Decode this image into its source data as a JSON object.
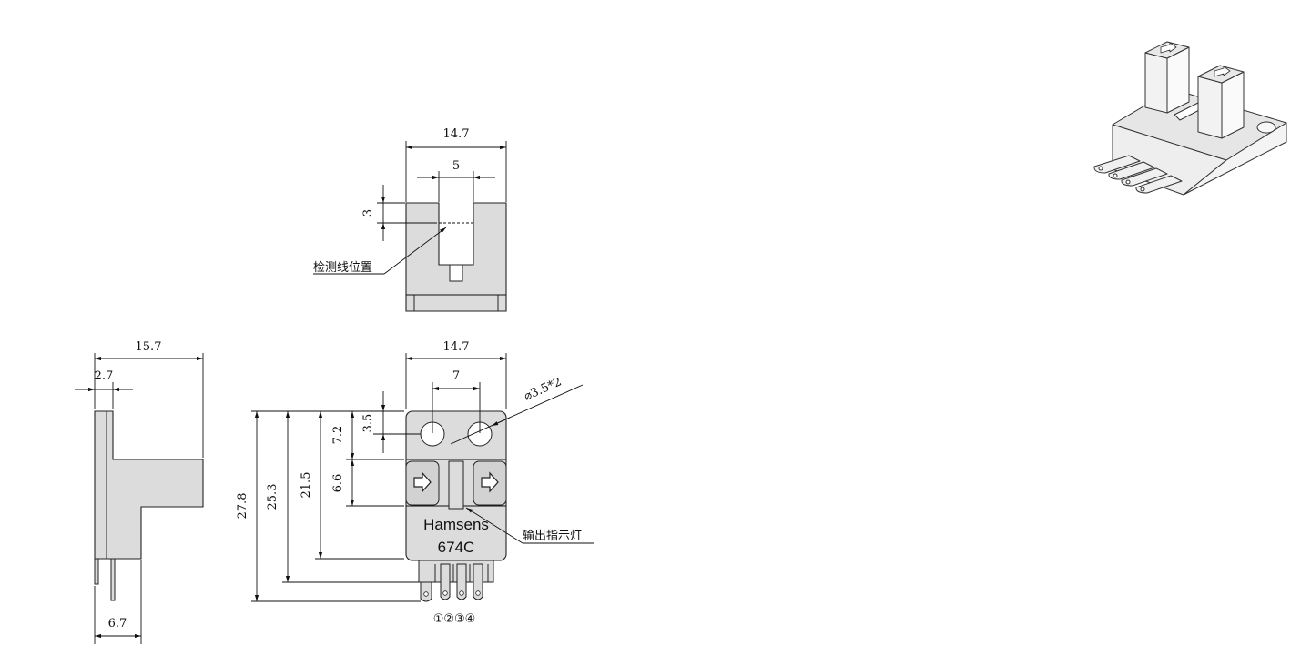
{
  "front_view": {
    "width": "14.7",
    "slot_width": "5",
    "detect_depth": "3",
    "detect_line_label": "检测线位置"
  },
  "side_view": {
    "depth": "15.7",
    "offset": "2.7",
    "pin_offset": "6.7"
  },
  "top_view": {
    "width": "14.7",
    "hole_spacing": "7",
    "hole_callout": "⌀3.5*2",
    "dim_3_5": "3.5",
    "dim_7_2": "7.2",
    "dim_6_6": "6.6",
    "dim_21_5": "21.5",
    "dim_25_3": "25.3",
    "dim_27_8": "27.8",
    "brand": "Hamsens",
    "model": "674C",
    "indicator_label": "输出指示灯",
    "pin_numbers": "①②③④"
  },
  "colors": {
    "body_fill": "#dcdcdc",
    "line": "#111111"
  }
}
